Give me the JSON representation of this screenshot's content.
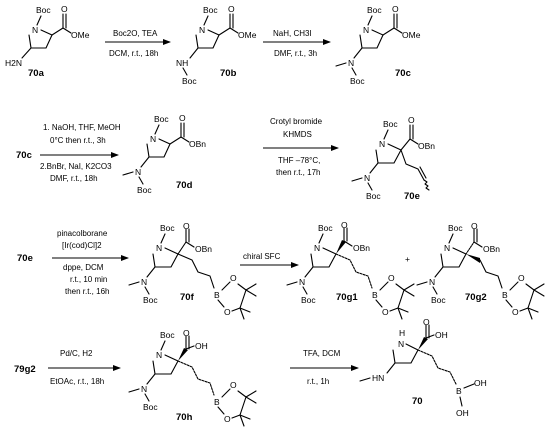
{
  "compounds": {
    "c70a": "70a",
    "c70b": "70b",
    "c70c": "70c",
    "c70c_start": "70c",
    "c70d": "70d",
    "c70e": "70e",
    "c70e_start": "70e",
    "c70f": "70f",
    "c70g1": "70g1",
    "c70g2": "70g2",
    "c79g2_start": "79g2",
    "c70h": "70h",
    "c70": "70"
  },
  "atoms": {
    "boc": "Boc",
    "ome": "OMe",
    "obn": "OBn",
    "oh": "OH",
    "o": "O",
    "n": "N",
    "nh": "NH",
    "h2n": "H2N",
    "hn": "HN",
    "h": "H",
    "b": "B",
    "plus": "+"
  },
  "conditions": {
    "r1_above": "Boc2O, TEA",
    "r1_below": "DCM, r.t., 18h",
    "r2_above": "NaH, CH3I",
    "r2_below": "DMF, r.t., 3h",
    "r3_line1": "1. NaOH, THF, MeOH",
    "r3_line2": "0°C then r.t., 3h",
    "r3_line3": "2.BnBr, NaI, K2CO3",
    "r3_line4": "DMF, r.t., 18h",
    "r4_line1": "Crotyl bromide",
    "r4_line2": "KHMDS",
    "r4_line3": "THF –78°C,",
    "r4_line4": "then r.t., 17h",
    "r5_line1": "pinacolborane",
    "r5_line2": "[Ir(cod)Cl]2",
    "r5_line3": "dppe, DCM",
    "r5_line4": "r.t., 10 min",
    "r5_line5": "then r.t., 16h",
    "r6_above": "chiral SFC",
    "r7_above": "Pd/C, H2",
    "r7_below": "EtOAc, r.t., 18h",
    "r8_above": "TFA, DCM",
    "r8_below": "r.t., 1h"
  }
}
